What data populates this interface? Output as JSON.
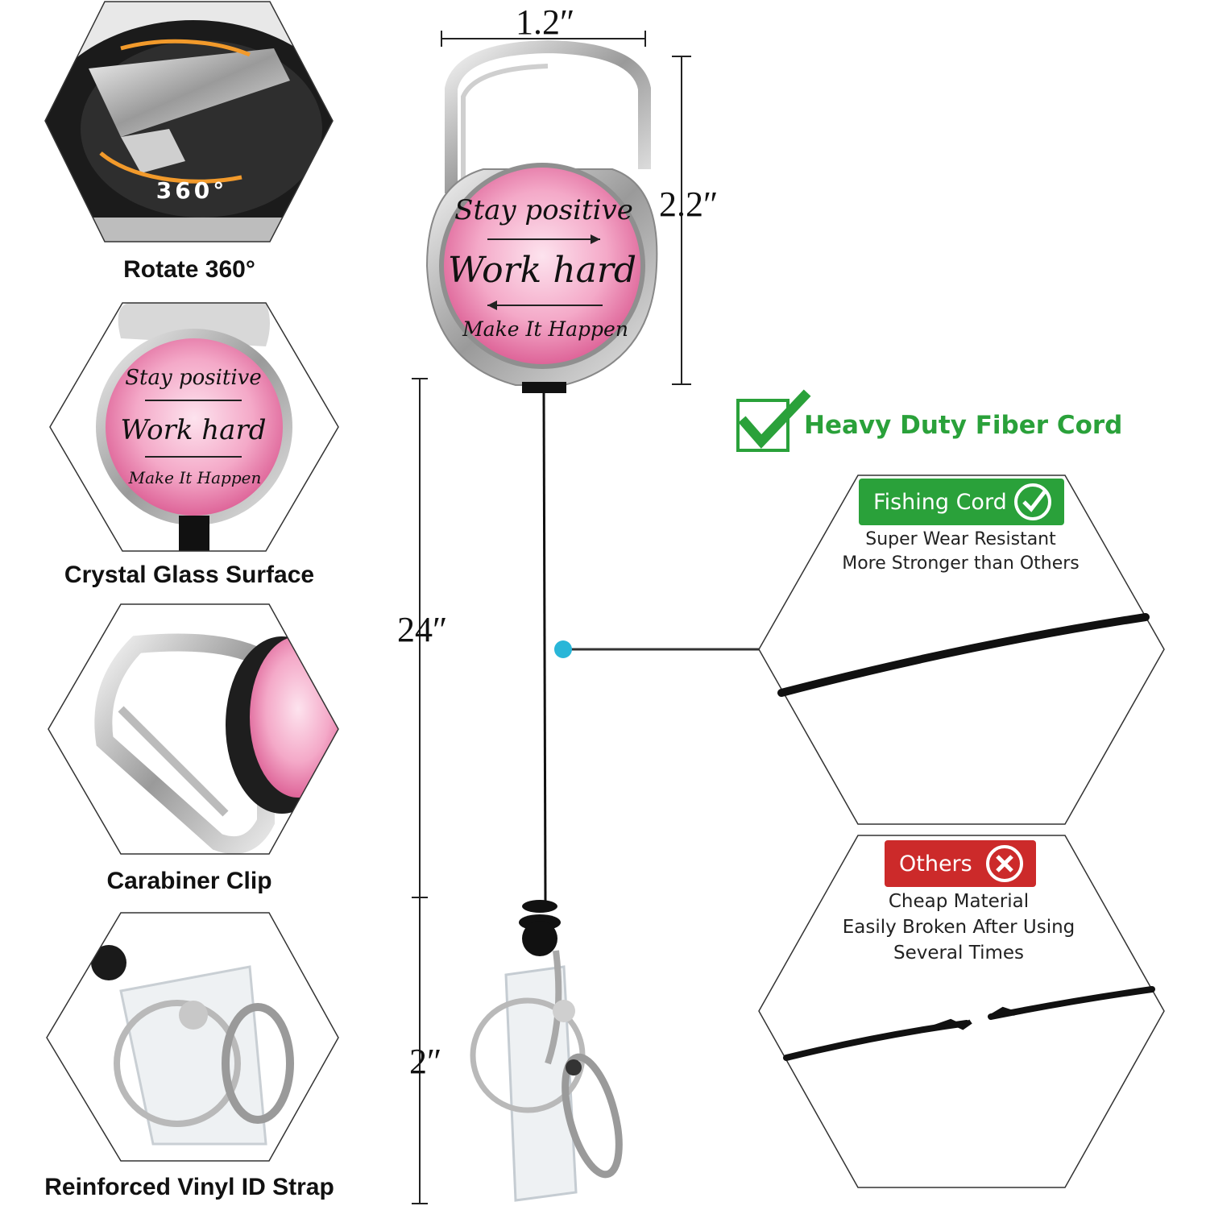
{
  "features": [
    {
      "label": "Rotate 360°",
      "icon": "rotate-360-photo",
      "overlay": "360°"
    },
    {
      "label": "Crystal Glass Surface",
      "icon": "glass-badge-photo"
    },
    {
      "label": "Carabiner Clip",
      "icon": "carabiner-photo"
    },
    {
      "label": "Reinforced Vinyl ID Strap",
      "icon": "vinyl-strap-photo"
    }
  ],
  "badge_art": {
    "line1": "Stay positive",
    "line2": "Work hard",
    "line3": "Make It Happen"
  },
  "dimensions": {
    "width": "1.2″",
    "reel_height": "2.2″",
    "cord_length": "24″",
    "strap_length": "2″"
  },
  "headline": {
    "text": "Heavy Duty Fiber Cord",
    "color": "#2aa13a"
  },
  "comparison": [
    {
      "badge": "Fishing Cord",
      "badge_color": "#2aa13a",
      "status_icon": "check-circle-icon",
      "lines": [
        "Super Wear Resistant",
        "More Stronger than Others"
      ]
    },
    {
      "badge": "Others",
      "badge_color": "#cc2a2a",
      "status_icon": "x-circle-icon",
      "lines": [
        "Cheap Material",
        "Easily Broken After Using",
        "Several Times"
      ]
    }
  ],
  "colors": {
    "pink": "#f2a1c4",
    "pink_dark": "#d9558e",
    "callout_dot": "#29b6d8"
  }
}
